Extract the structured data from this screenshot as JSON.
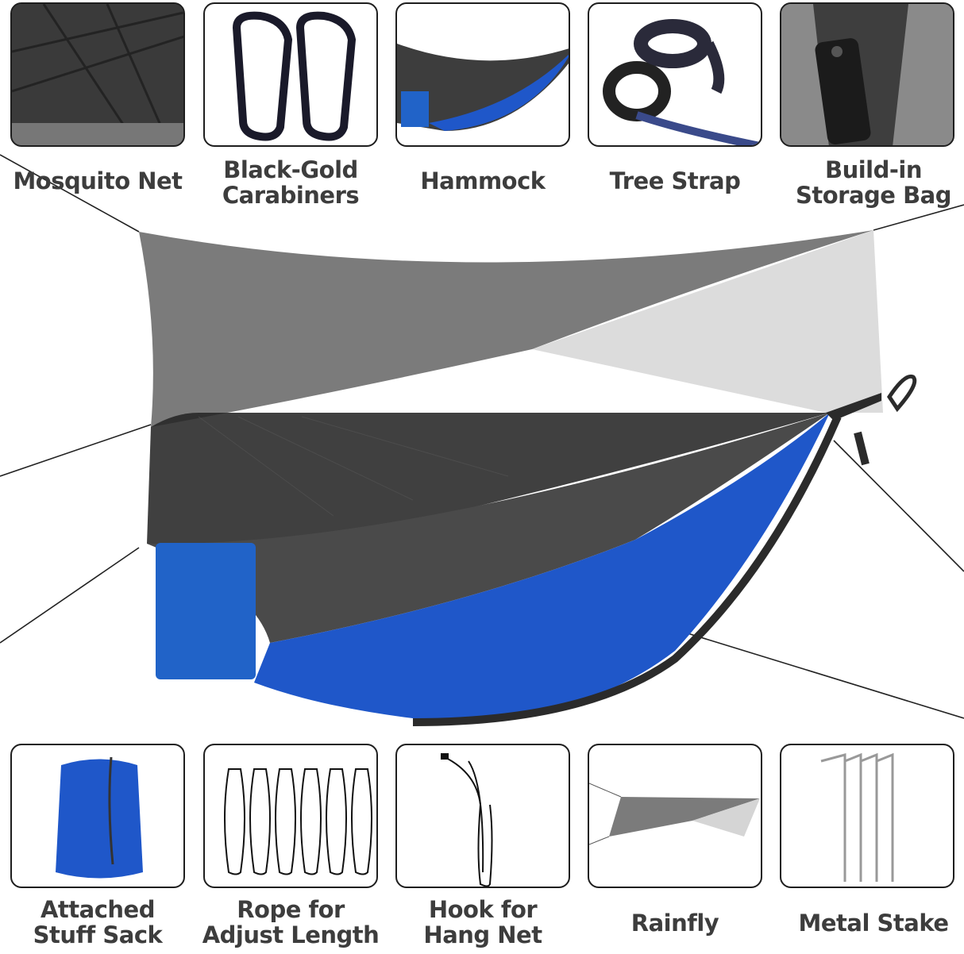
{
  "top_row": [
    {
      "id": "mosquito-net",
      "label": "Mosquito Net",
      "icon": "mosquito-net-icon"
    },
    {
      "id": "carabiners",
      "label": "Black-Gold Carabiners",
      "line1": "Black-Gold",
      "line2": "Carabiners",
      "icon": "carabiner-icon"
    },
    {
      "id": "hammock",
      "label": "Hammock",
      "icon": "hammock-icon"
    },
    {
      "id": "tree-strap",
      "label": "Tree Strap",
      "icon": "tree-strap-icon"
    },
    {
      "id": "storage-bag",
      "label": "Build-in Storage Bag",
      "line1": "Build-in",
      "line2": "Storage Bag",
      "icon": "storage-bag-icon"
    }
  ],
  "bottom_row": [
    {
      "id": "stuff-sack",
      "label": "Attached Stuff Sack",
      "line1": "Attached",
      "line2": "Stuff Sack",
      "icon": "stuff-sack-icon"
    },
    {
      "id": "rope",
      "label": "Rope for Adjust Length",
      "line1": "Rope for",
      "line2": "Adjust Length",
      "icon": "rope-icon"
    },
    {
      "id": "hook",
      "label": "Hook for Hang Net",
      "line1": "Hook for",
      "line2": "Hang Net",
      "icon": "hook-icon"
    },
    {
      "id": "rainfly",
      "label": "Rainfly",
      "icon": "rainfly-icon"
    },
    {
      "id": "metal-stake",
      "label": "Metal Stake",
      "icon": "metal-stake-icon"
    }
  ],
  "colors": {
    "tarp_dark": "#7b7b7b",
    "tarp_light": "#d9d9d9",
    "hammock_gray": "#4a4a4a",
    "hammock_blue": "#1f57c9",
    "label_text": "#3d3d3d",
    "tile_border": "#1e1e1e"
  }
}
